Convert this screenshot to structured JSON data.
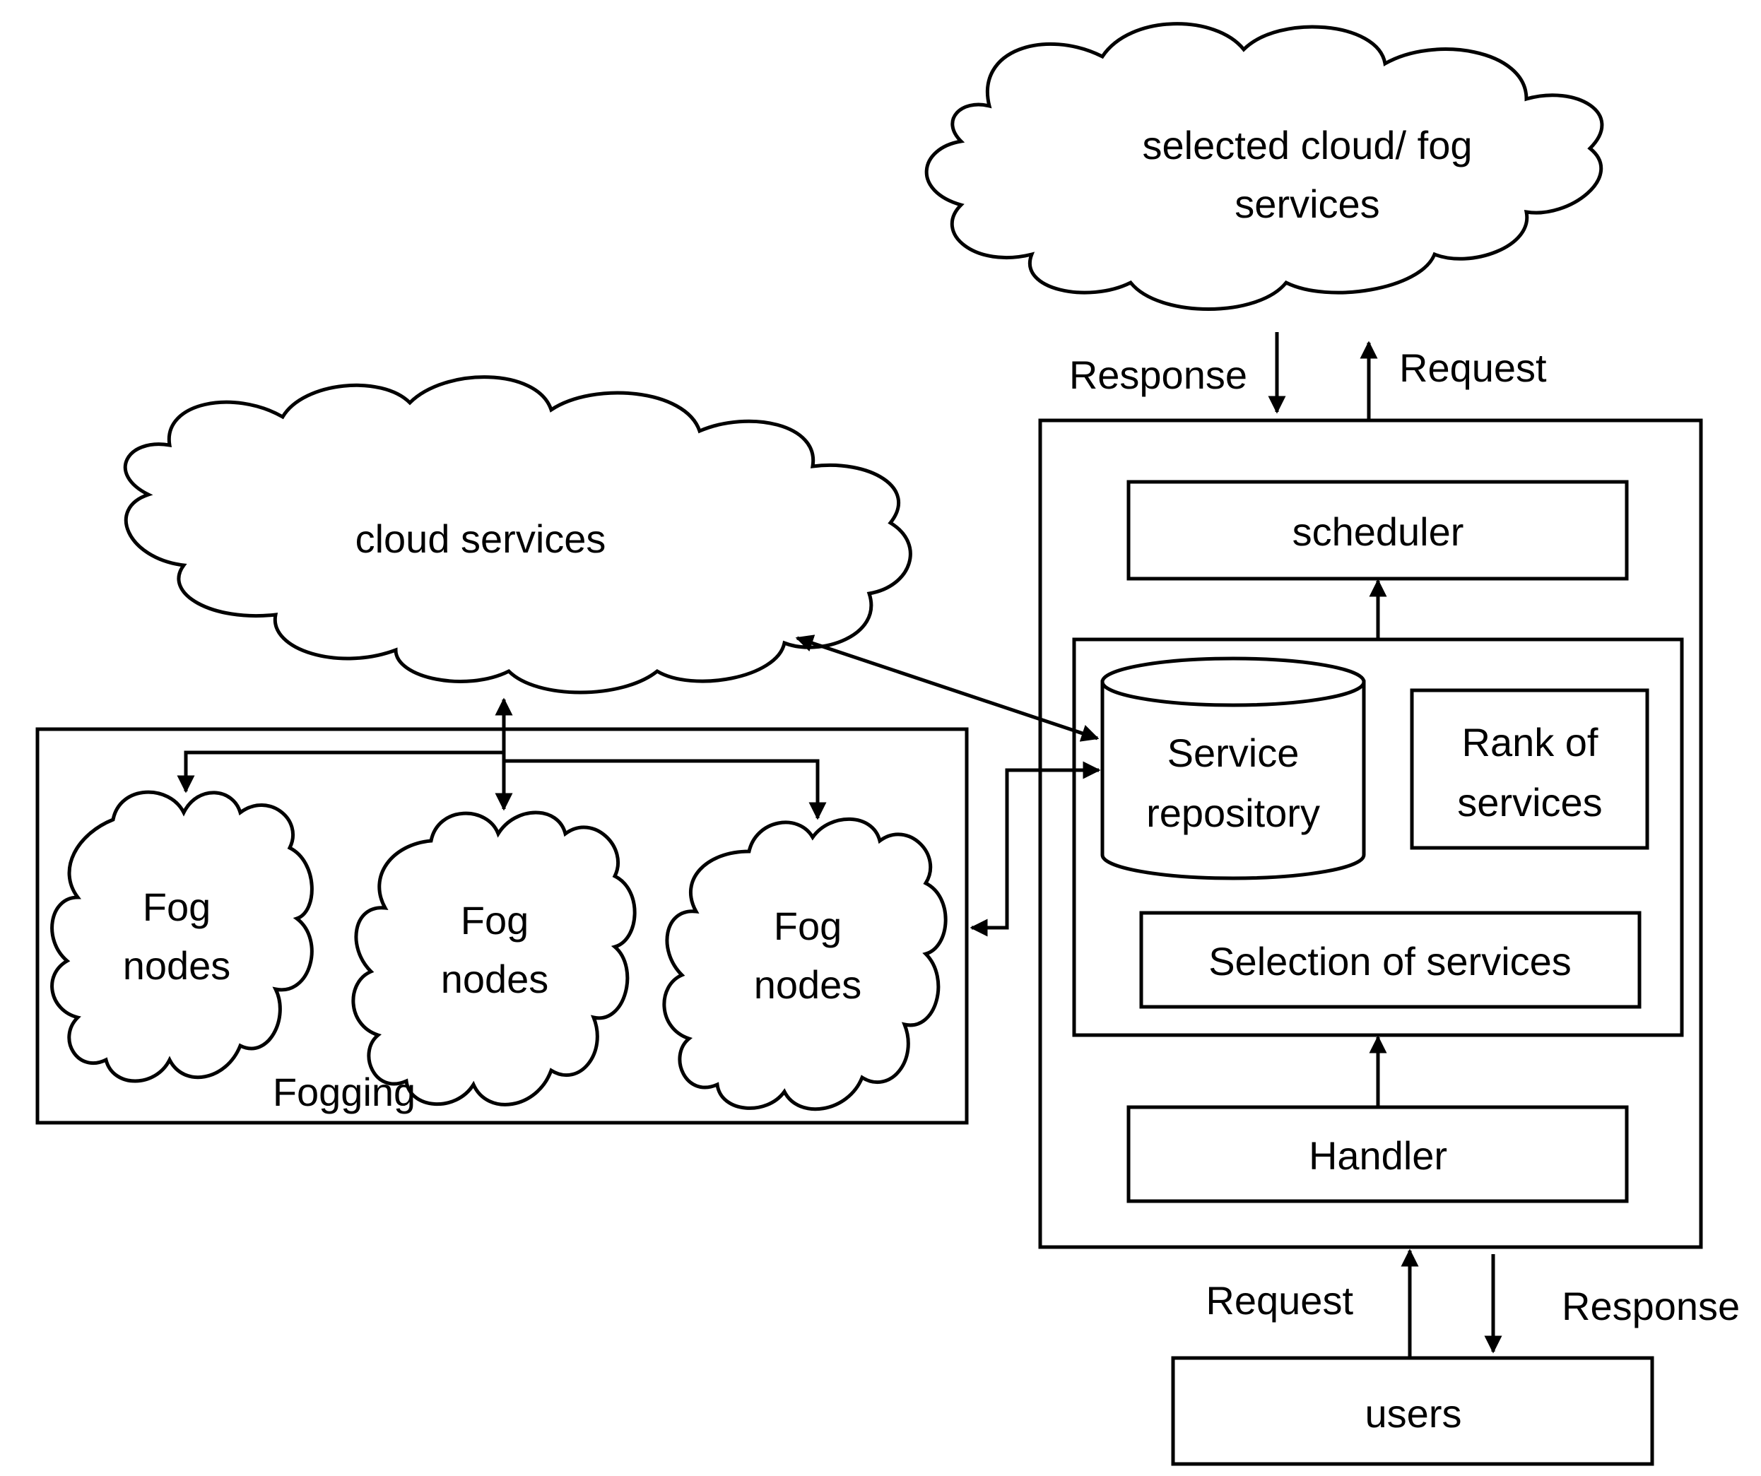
{
  "clouds": {
    "selected_line1": "selected cloud/ fog",
    "selected_line2": "services",
    "cloud_services": "cloud services"
  },
  "top_links": {
    "response": "Response",
    "request": "Request"
  },
  "broker": {
    "scheduler": "scheduler",
    "repository_line1": "Service",
    "repository_line2": "repository",
    "rank_line1": "Rank of",
    "rank_line2": "services",
    "selection": "Selection of services",
    "handler": "Handler"
  },
  "fogging": {
    "label": "Fogging",
    "nodes": [
      {
        "line1": "Fog",
        "line2": "nodes"
      },
      {
        "line1": "Fog",
        "line2": "nodes"
      },
      {
        "line1": "Fog",
        "line2": "nodes"
      }
    ]
  },
  "bottom_links": {
    "request": "Request",
    "response": "Response"
  },
  "users": "users"
}
